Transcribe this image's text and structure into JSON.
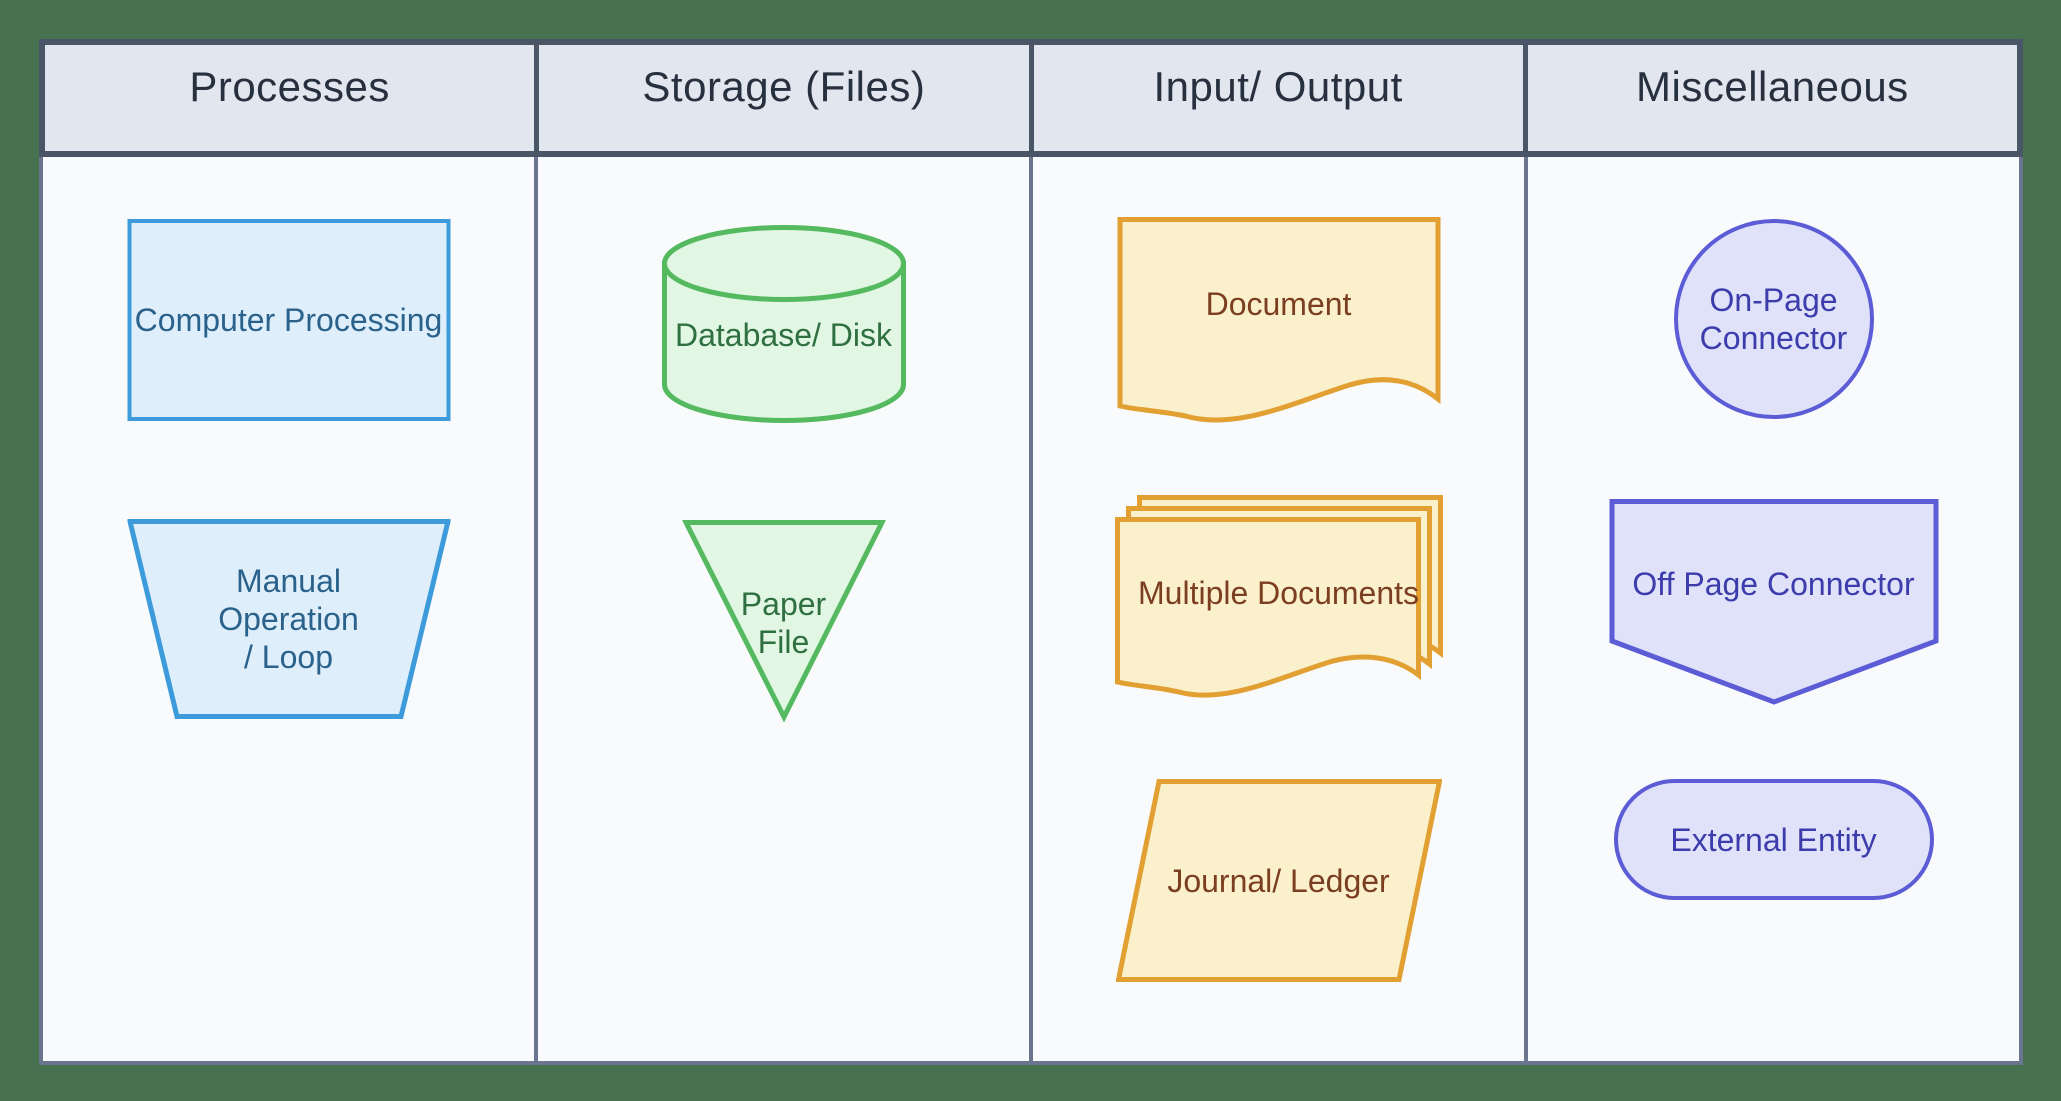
{
  "colors": {
    "page-bg": "#48714F",
    "border-dark": "#4A5568",
    "border-light": "#6B7590",
    "header-bg": "#E2E6EE",
    "header-text": "#27303F",
    "body-bg": "#F8FAFC"
  },
  "table": {
    "columns": [
      {
        "title": "Processes",
        "theme": {
          "fill": "#DFEEFB",
          "stroke": "#3D9BDB",
          "text": "#2A628C"
        },
        "shapes": [
          {
            "type": "rectangle",
            "label": "Computer Processing"
          },
          {
            "type": "trapezoid",
            "lines": [
              "Manual",
              "Operation",
              "/ Loop"
            ]
          }
        ]
      },
      {
        "title": "Storage (Files)",
        "theme": {
          "fill": "#E1F6E3",
          "stroke": "#55B960",
          "text": "#2F7040"
        },
        "shapes": [
          {
            "type": "cylinder",
            "label": "Database/ Disk"
          },
          {
            "type": "inverted-triangle",
            "lines": [
              "Paper",
              "File"
            ]
          }
        ]
      },
      {
        "title": "Input/ Output",
        "theme": {
          "fill": "#FAF0CB",
          "stroke": "#E2A033",
          "text": "#7B3E20"
        },
        "shapes": [
          {
            "type": "document",
            "label": "Document"
          },
          {
            "type": "multiple-documents",
            "label": "Multiple Documents"
          },
          {
            "type": "parallelogram",
            "label": "Journal/ Ledger"
          }
        ]
      },
      {
        "title": "Miscellaneous",
        "theme": {
          "fill": "#DFE2F9",
          "stroke": "#5B5CD6",
          "text": "#3C3CAC"
        },
        "shapes": [
          {
            "type": "circle",
            "lines": [
              "On-Page",
              "Connector"
            ]
          },
          {
            "type": "off-page-connector",
            "label": "Off Page Connector"
          },
          {
            "type": "stadium",
            "label": "External Entity"
          }
        ]
      }
    ]
  }
}
